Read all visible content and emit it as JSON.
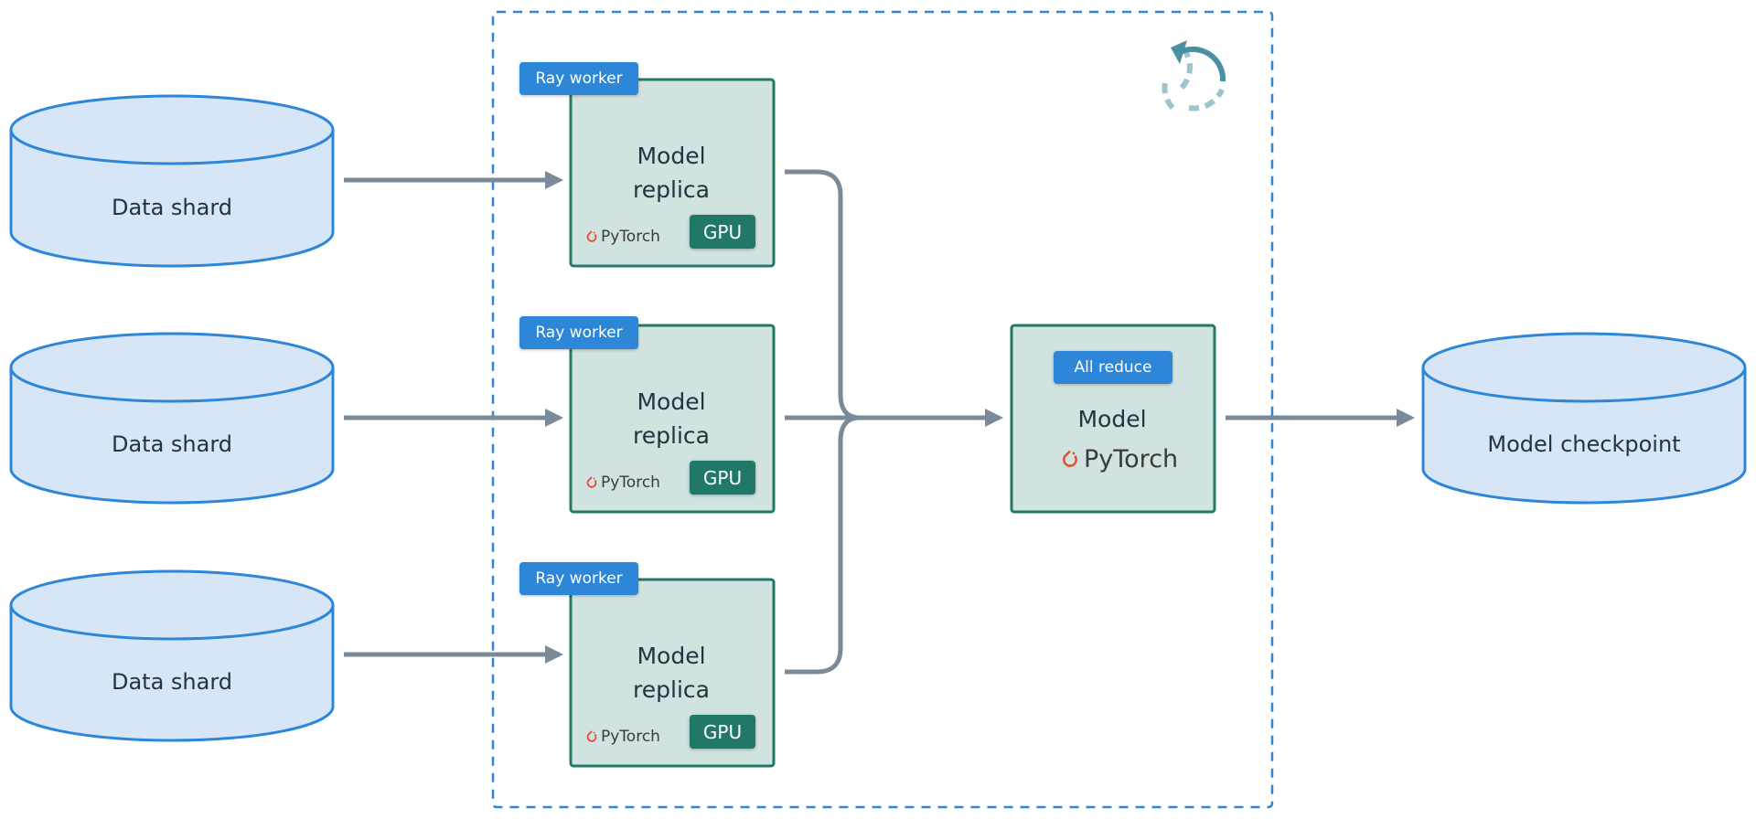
{
  "colors": {
    "cylinder_fill": "#d6e6f7",
    "cylinder_stroke": "#2e86d8",
    "box_fill": "#d0e3e0",
    "box_stroke": "#217866",
    "ray_tag": "#2e86d8",
    "gpu_badge": "#217866",
    "arrow": "#7a8a99",
    "dashed_border": "#2e86d8",
    "loop_icon": "#4a8fa3",
    "pytorch_logo": "#e44c2c"
  },
  "data_shards": [
    {
      "label": "Data shard"
    },
    {
      "label": "Data shard"
    },
    {
      "label": "Data shard"
    }
  ],
  "workers": [
    {
      "tag": "Ray worker",
      "label_line1": "Model",
      "label_line2": "replica",
      "gpu": "GPU",
      "framework": "PyTorch"
    },
    {
      "tag": "Ray worker",
      "label_line1": "Model",
      "label_line2": "replica",
      "gpu": "GPU",
      "framework": "PyTorch"
    },
    {
      "tag": "Ray worker",
      "label_line1": "Model",
      "label_line2": "replica",
      "gpu": "GPU",
      "framework": "PyTorch"
    }
  ],
  "reducer": {
    "tag": "All reduce",
    "label": "Model",
    "framework": "PyTorch"
  },
  "checkpoint": {
    "label": "Model checkpoint"
  },
  "icons": {
    "loop": "refresh-loop-icon",
    "pytorch": "pytorch-flame-icon"
  }
}
